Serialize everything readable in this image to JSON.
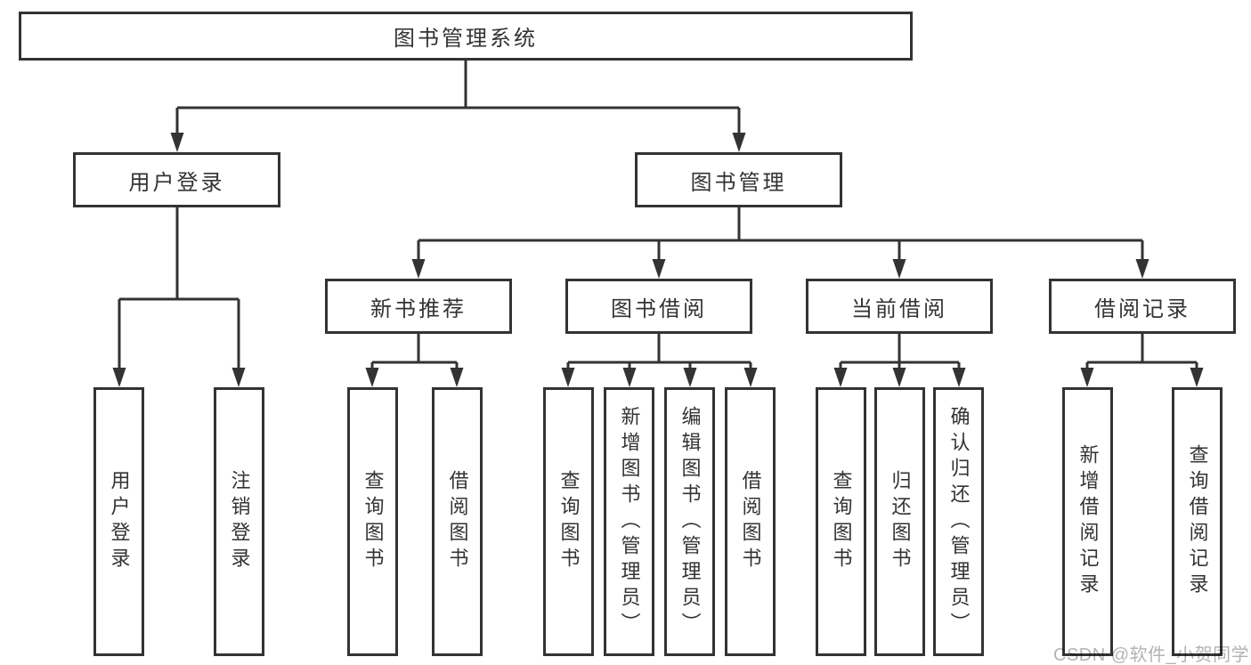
{
  "colors": {
    "line": "#333333",
    "text": "#333333",
    "background": "#ffffff",
    "box_bg": "#ffffff",
    "watermark": "#b3b3b3"
  },
  "tree": {
    "label": "图书管理系统",
    "children": [
      {
        "label": "用户登录",
        "children": [
          {
            "label": "用户登录"
          },
          {
            "label": "注销登录"
          }
        ]
      },
      {
        "label": "图书管理",
        "children": [
          {
            "label": "新书推荐",
            "children": [
              {
                "label": "查询图书"
              },
              {
                "label": "借阅图书"
              }
            ]
          },
          {
            "label": "图书借阅",
            "children": [
              {
                "label": "查询图书"
              },
              {
                "label": "新增图书（管理员）"
              },
              {
                "label": "编辑图书（管理员）"
              },
              {
                "label": "借阅图书"
              }
            ]
          },
          {
            "label": "当前借阅",
            "children": [
              {
                "label": "查询图书"
              },
              {
                "label": "归还图书"
              },
              {
                "label": "确认归还（管理员）"
              }
            ]
          },
          {
            "label": "借阅记录",
            "children": [
              {
                "label": "新增借阅记录"
              },
              {
                "label": "查询借阅记录"
              }
            ]
          }
        ]
      }
    ]
  },
  "watermark": {
    "text": "CSDN @软件_小贺同学"
  }
}
